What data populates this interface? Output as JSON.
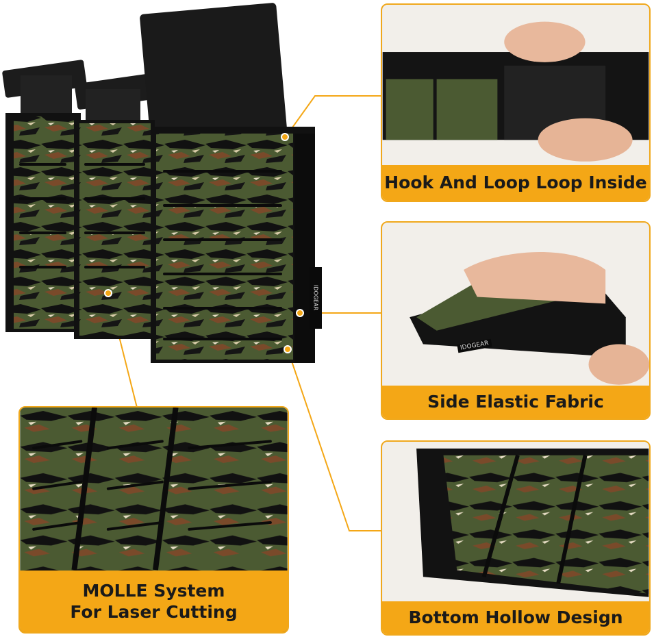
{
  "accent_color": "#f4a716",
  "main_product": {
    "brand_tag": "IDOGEAR"
  },
  "features": [
    {
      "label": "Hook And Loop Loop Inside"
    },
    {
      "label": "Side Elastic Fabric"
    },
    {
      "label": "MOLLE System For Laser Cutting",
      "line1": "MOLLE System",
      "line2": "For Laser Cutting"
    },
    {
      "label": "Bottom Hollow Design"
    }
  ],
  "detail_brand_tag": "IDOGEAR"
}
